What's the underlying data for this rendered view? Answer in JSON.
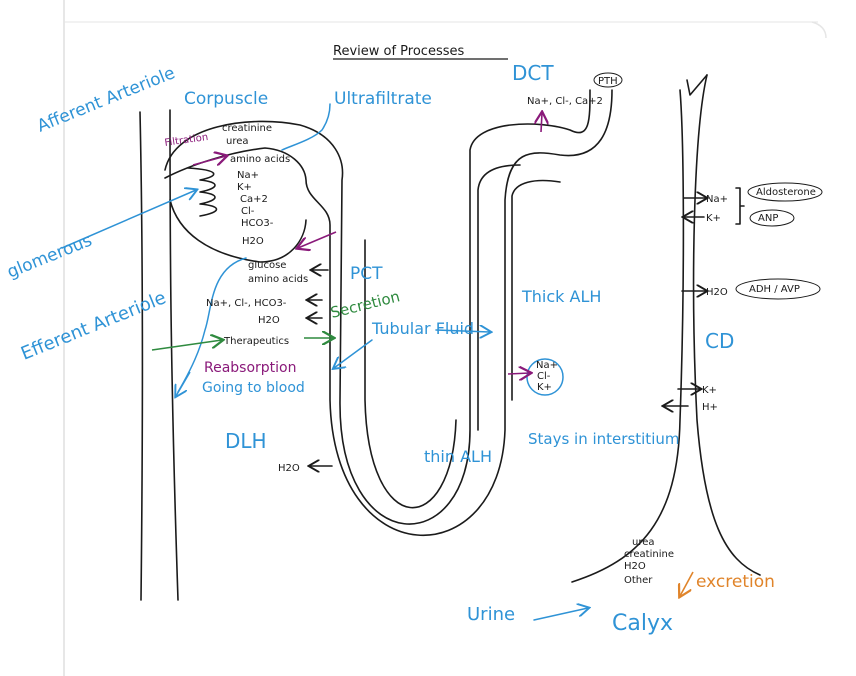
{
  "title": "Review of Processes",
  "annotations": {
    "afferent": "Afferent Arteriole",
    "corpuscle": "Corpuscle",
    "ultrafiltrate": "Ultrafiltrate",
    "dct": "DCT",
    "pth": "PTH",
    "dct_ions": "Na+, Cl-, Ca+2",
    "filtration": "Filtration",
    "glomerous": "glomerous",
    "efferent": "Efferent Arteriole",
    "pct": "PCT",
    "secretion": "Secretion",
    "tubular_fluid": "Tubular Fluid",
    "reabsorption": "Reabsorption",
    "going_to_blood": "Going to blood",
    "dlh": "DLH",
    "thick_alh": "Thick ALH",
    "thin_alh": "thin ALH",
    "stays_interstitium": "Stays in interstitium",
    "cd": "CD",
    "urine": "Urine",
    "calyx": "Calyx",
    "excretion": "excretion"
  },
  "filtrate_list": [
    "creatinine",
    "urea",
    "amino acids",
    "Na+",
    "K+",
    "Ca+2",
    "Cl-",
    "HCO3-",
    "H2O"
  ],
  "pct_reabsorbed": [
    "glucose",
    "amino acids",
    "Na+, Cl-, HCO3-",
    "H2O"
  ],
  "therapeutics": "Therapeutics",
  "dlh_h2o": "H2O",
  "alh_ions": [
    "Na+",
    "Cl-",
    "K+"
  ],
  "cd_items": {
    "na": "Na+",
    "k_top": "K+",
    "aldosterone": "Aldosterone",
    "anp": "ANP",
    "h2o": "H2O",
    "adh": "ADH / AVP",
    "k_bottom": "K+",
    "h_bottom": "H+"
  },
  "urine_list": [
    "urea",
    "creatinine",
    "H2O",
    "Other"
  ],
  "colors": {
    "ink": "#1b1b1b",
    "blue": "#2f93d6",
    "purple": "#8a1a7a",
    "green": "#2f8a3f",
    "orange": "#e0842a"
  }
}
